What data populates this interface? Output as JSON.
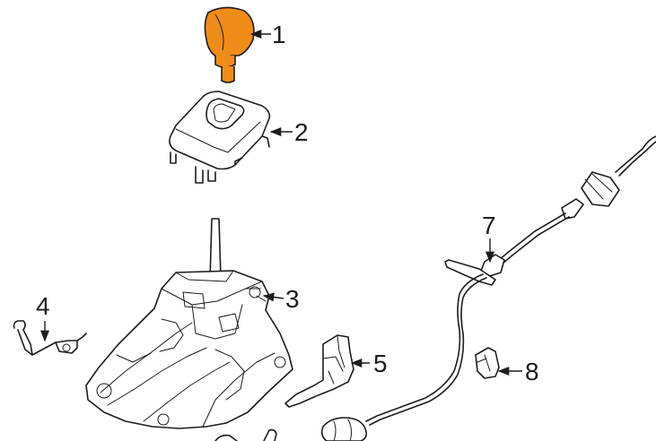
{
  "diagram": {
    "highlight_color": "#f08c1a",
    "line_color": "#1d1d1d",
    "callouts": [
      {
        "label": "1",
        "part": "shift-knob"
      },
      {
        "label": "2",
        "part": "shift-indicator-bezel"
      },
      {
        "label": "3",
        "part": "shifter-assembly"
      },
      {
        "label": "4",
        "part": "detent-spring"
      },
      {
        "label": "5",
        "part": "mounting-bracket"
      },
      {
        "label": "7",
        "part": "shift-cable"
      },
      {
        "label": "8",
        "part": "cable-clip"
      }
    ]
  }
}
